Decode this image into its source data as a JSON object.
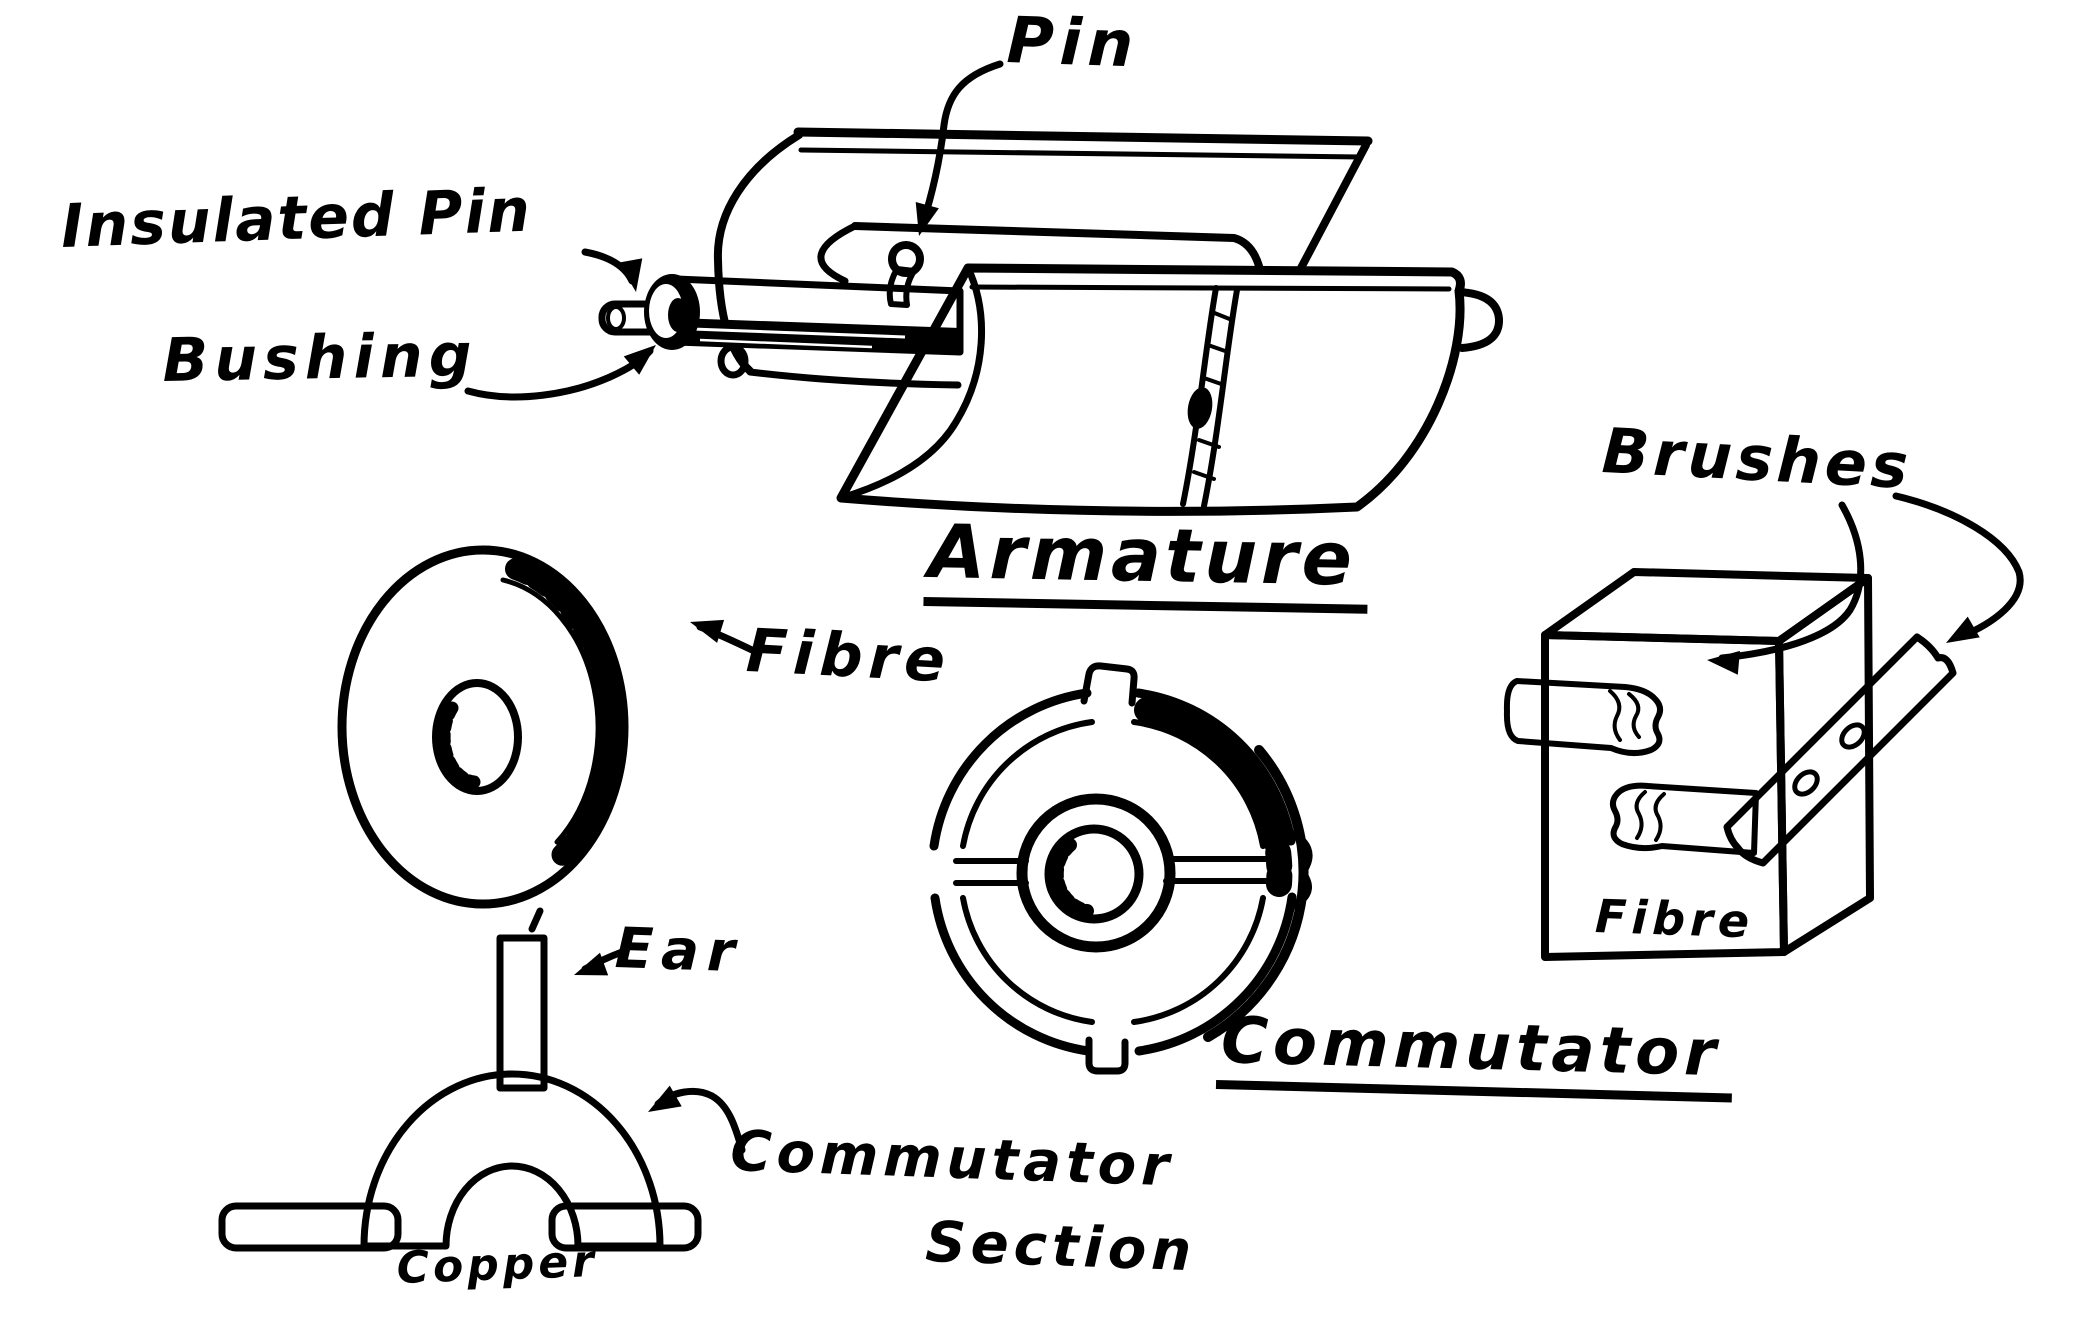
{
  "figure": {
    "background_color": "#ffffff",
    "ink_color": "#000000",
    "description": "Hand-drawn instructional diagram of a toy motor armature, commutator, commutator section and brush block"
  },
  "labels": {
    "pin": "Pin",
    "insulated_pin": "Insulated Pin",
    "bushing": "Bushing",
    "armature_title": "Armature",
    "fibre_disc": "Fibre",
    "brushes": "Brushes",
    "commutator_title": "Commutator",
    "ear": "Ear",
    "commutator_section_line1": "Commutator",
    "commutator_section_line2": "Section",
    "copper": "Copper",
    "fibre_block": "Fibre"
  }
}
